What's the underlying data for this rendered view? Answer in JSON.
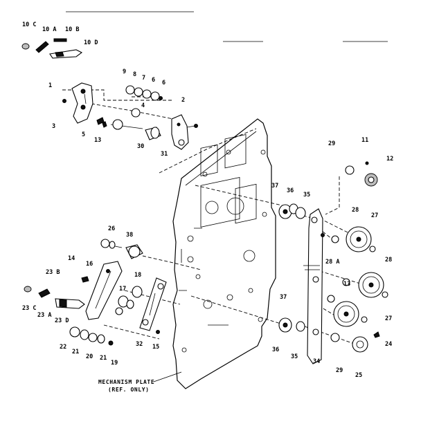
{
  "diagram": {
    "caption_line1": "MECHANISM PLATE",
    "caption_line2": "(REF. ONLY)",
    "labels": [
      "10 C",
      "10 A",
      "10 B",
      "10 D",
      "9",
      "8",
      "7",
      "6",
      "6",
      "1",
      "4",
      "2",
      "5",
      "3",
      "13",
      "30",
      "31",
      "29",
      "11",
      "12",
      "37",
      "36",
      "35",
      "28",
      "27",
      "28 A",
      "28",
      "13",
      "27",
      "24",
      "25",
      "29",
      "34",
      "35",
      "36",
      "37",
      "26",
      "38",
      "14",
      "16",
      "23 B",
      "18",
      "17",
      "23 C",
      "23 A",
      "23 D",
      "22",
      "21",
      "20",
      "21",
      "19",
      "32",
      "15"
    ]
  }
}
